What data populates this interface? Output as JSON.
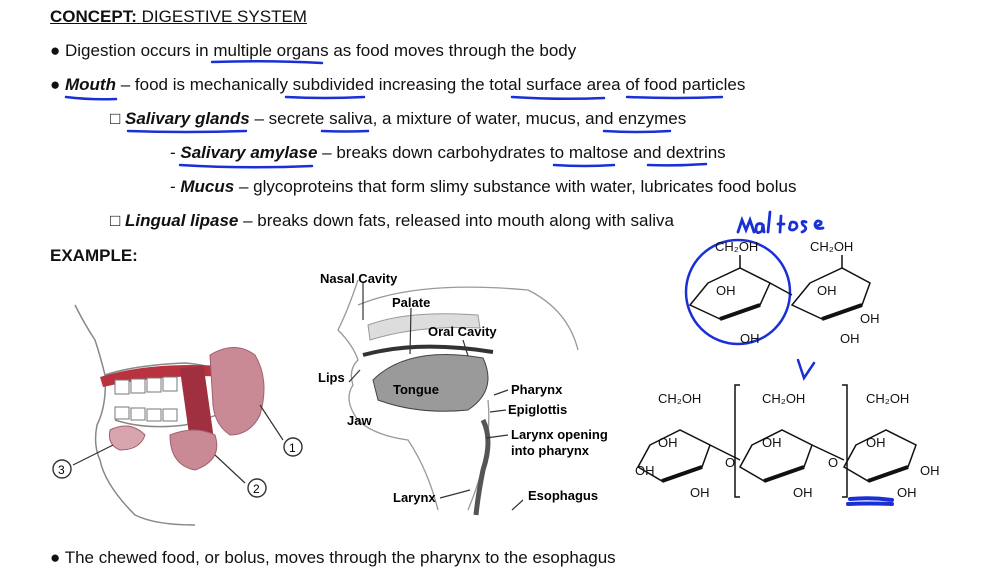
{
  "concept": {
    "label": "CONCEPT:",
    "title": "DIGESTIVE SYSTEM"
  },
  "bullets": {
    "b1": {
      "a": "Digestion occurs in multiple organs as food moves through the body"
    },
    "b2": {
      "head": "Mouth",
      "rest": " – food is mechanically subdivided increasing the total surface area of food particles"
    },
    "b3": {
      "head": "Salivary glands",
      "rest": " – secrete saliva, a mixture of water, mucus, and enzymes"
    },
    "b4": {
      "head": "Salivary amylase",
      "rest": " – breaks down carbohydrates to maltose and dextrins"
    },
    "b5": {
      "head": "Mucus",
      "rest": " – glycoproteins that form slimy substance with water, lubricates food bolus"
    },
    "b6": {
      "head": "Lingual lipase",
      "rest": " – breaks down fats, released into mouth along with saliva"
    }
  },
  "example_label": "EXAMPLE:",
  "mouth_fig": {
    "n1": "1",
    "n2": "2",
    "n3": "3"
  },
  "head_fig": {
    "nasal": "Nasal Cavity",
    "palate": "Palate",
    "oral": "Oral Cavity",
    "lips": "Lips",
    "tongue": "Tongue",
    "jaw": "Jaw",
    "pharynx": "Pharynx",
    "epiglottis": "Epiglottis",
    "larynx_open1": "Larynx opening",
    "larynx_open2": "into pharynx",
    "larynx": "Larynx",
    "esophagus": "Esophagus"
  },
  "handwritten": {
    "maltose": "maltose"
  },
  "chem": {
    "ch2oh": "CH₂OH",
    "oh": "OH",
    "o": "O"
  },
  "cut_line": "The chewed food, or bolus, moves through the pharynx to the esophagus",
  "colors": {
    "ink": "#1a2fd6",
    "gland": "#c98a95",
    "gland_dark": "#a03040"
  }
}
